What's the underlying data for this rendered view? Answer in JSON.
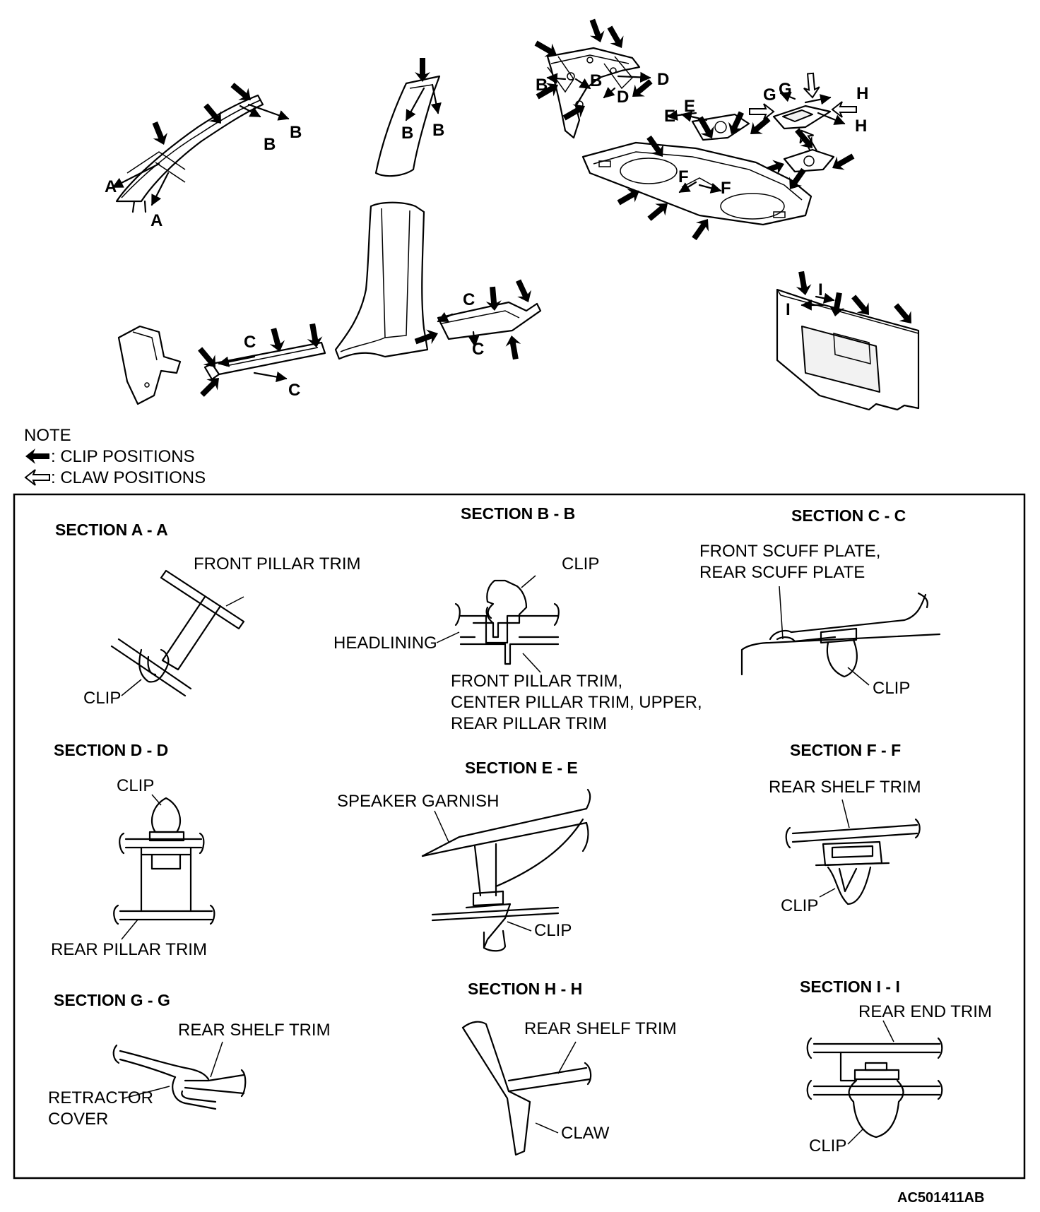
{
  "legend": {
    "title": "NOTE",
    "clip": ": CLIP POSITIONS",
    "claw": ": CLAW POSITIONS"
  },
  "markers": {
    "A": "A",
    "B": "B",
    "C": "C",
    "D": "D",
    "E": "E",
    "F": "F",
    "G": "G",
    "H": "H",
    "I": "I"
  },
  "sections": {
    "a": {
      "title": "SECTION A - A",
      "front_pillar_trim": "FRONT PILLAR TRIM",
      "clip": "CLIP"
    },
    "b": {
      "title": "SECTION B - B",
      "clip": "CLIP",
      "headlining": "HEADLINING",
      "trim_line1": "FRONT PILLAR TRIM,",
      "trim_line2": "CENTER PILLAR TRIM, UPPER,",
      "trim_line3": "REAR PILLAR TRIM"
    },
    "c": {
      "title": "SECTION C - C",
      "scuff_line1": "FRONT SCUFF PLATE,",
      "scuff_line2": "REAR SCUFF PLATE",
      "clip": "CLIP"
    },
    "d": {
      "title": "SECTION D - D",
      "clip": "CLIP",
      "rear_pillar_trim": "REAR PILLAR TRIM"
    },
    "e": {
      "title": "SECTION E - E",
      "speaker_garnish": "SPEAKER GARNISH",
      "clip": "CLIP"
    },
    "f": {
      "title": "SECTION F - F",
      "rear_shelf_trim": "REAR SHELF TRIM",
      "clip": "CLIP"
    },
    "g": {
      "title": "SECTION G - G",
      "rear_shelf_trim": "REAR SHELF TRIM",
      "retractor_line1": "RETRACTOR",
      "retractor_line2": "COVER"
    },
    "h": {
      "title": "SECTION H - H",
      "rear_shelf_trim": "REAR SHELF TRIM",
      "claw": "CLAW"
    },
    "i": {
      "title": "SECTION I - I",
      "rear_end_trim": "REAR END TRIM",
      "clip": "CLIP"
    }
  },
  "figure_code": "AC501411AB"
}
